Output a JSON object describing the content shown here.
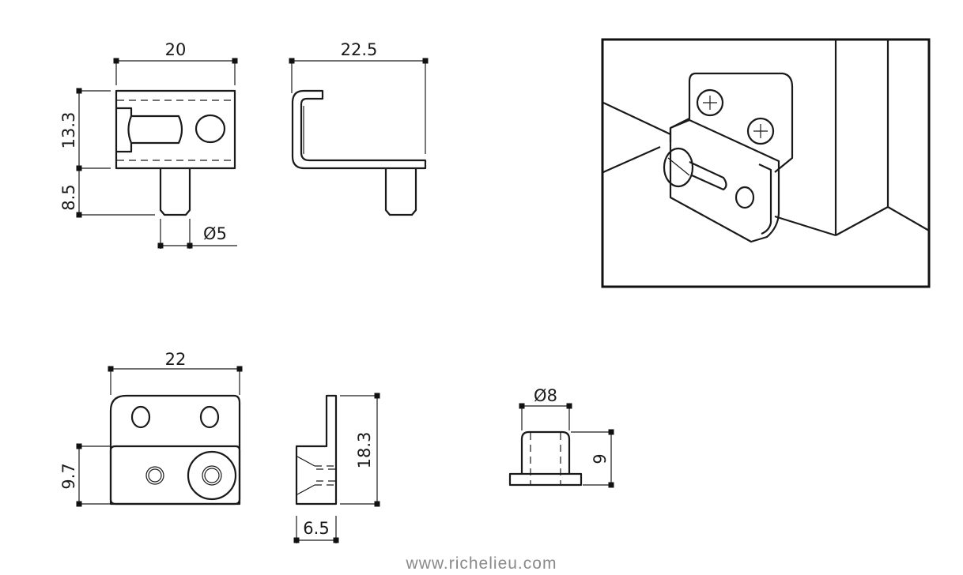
{
  "drawings": {
    "bracket_front": {
      "width": "20",
      "height_body": "13.3",
      "height_pin": "8.5",
      "pin_diameter": "Ø5"
    },
    "bracket_side": {
      "depth": "22.5"
    },
    "plate_front": {
      "width": "22",
      "height_lower": "9.7"
    },
    "plate_side": {
      "height": "18.3",
      "depth": "6.5"
    },
    "sleeve": {
      "diameter": "Ø8",
      "height": "9"
    }
  },
  "footer": {
    "website": "www.richelieu.com"
  },
  "colors": {
    "line": "#1a1a1a",
    "footer_text": "#8a8a8a"
  }
}
